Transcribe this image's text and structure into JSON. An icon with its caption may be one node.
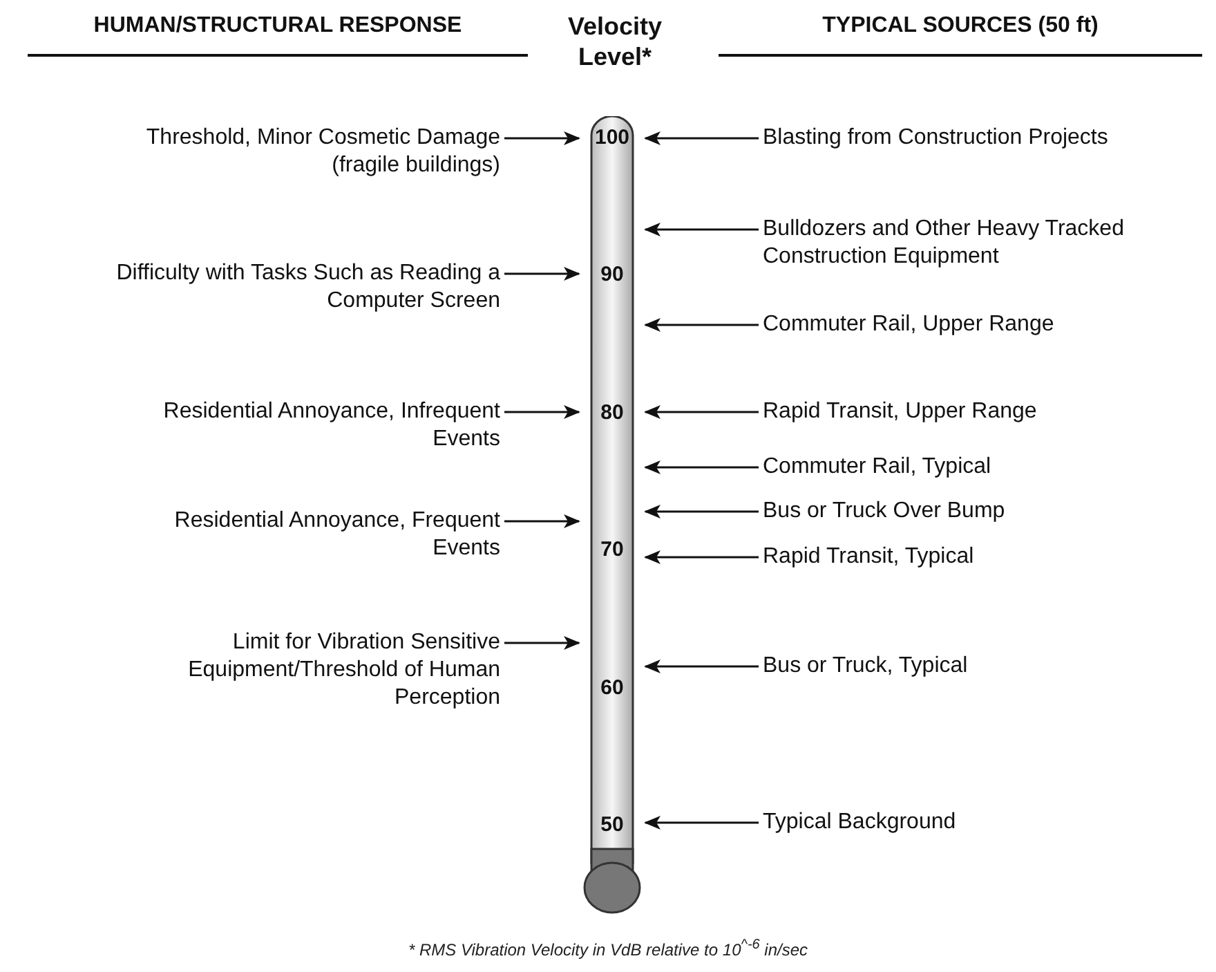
{
  "diagram": {
    "caption": "* RMS Vibration Velocity in VdB relative to 10$^{^-6}$ in/sec",
    "nodes": [
      {
        "text": [],
        "shape": "bar"
      },
      {
        "text": [
          "Threshold, Minor Cosmetic Damage (fragile buildings)"
        ]
      },
      {
        "text": [
          "Difficulty with Tasks Such as Reading a Computer Screen"
        ]
      },
      {
        "text": [
          "Residential Annoyance, Infrequent Events"
        ]
      },
      {
        "text": [
          "Residential Annoyance, Frequent Events"
        ]
      },
      {
        "text": [
          "Limit for Vibration Sensitive Equipment/Threshold of Human Perception"
        ]
      },
      {
        "text": [
          "Blasting from Construction Projects"
        ]
      },
      {
        "text": [
          "Bulldozers and Other Heavy Tracked Construction Equipment"
        ]
      },
      {
        "text": [
          "Commuter Rail, Upper Range"
        ]
      },
      {
        "text": [
          "Rapid Transit, Upper Range"
        ]
      },
      {
        "text": [
          "Commuter Rail, Typical"
        ]
      },
      {
        "text": [
          "Bus or Truck Over Bump"
        ]
      },
      {
        "text": [
          "Rapid Transit, Typical"
        ]
      },
      {
        "text": [
          "Bus or Truck, Typical"
        ]
      },
      {
        "text": [
          "Typical Background"
        ]
      }
    ],
    "edges": [
      {
        "from": 1,
        "to": 0,
        "arrow": "to"
      },
      {
        "from": 2,
        "to": 0,
        "arrow": "to"
      },
      {
        "from": 3,
        "to": 0,
        "arrow": "to"
      },
      {
        "from": 4,
        "to": 0,
        "arrow": "to"
      },
      {
        "from": 5,
        "to": 0,
        "arrow": "to"
      },
      {
        "from": 6,
        "to": 0,
        "arrow": "to"
      },
      {
        "from": 7,
        "to": 0,
        "arrow": "to"
      },
      {
        "from": 8,
        "to": 0,
        "arrow": "to"
      },
      {
        "from": 9,
        "to": 0,
        "arrow": "to"
      },
      {
        "from": 10,
        "to": 0,
        "arrow": "to"
      },
      {
        "from": 11,
        "to": 0,
        "arrow": "to"
      },
      {
        "from": 12,
        "to": 0,
        "arrow": "to"
      },
      {
        "from": 13,
        "to": 0,
        "arrow": "to"
      },
      {
        "from": 14,
        "to": 0,
        "arrow": "to"
      }
    ],
    "labels": [
      "HUMAN/STRUCTURAL RESPONSE",
      "Velocity Level*",
      "TYPICAL SOURCES (50 ft)",
      "100",
      "90",
      "80",
      "70",
      "60",
      "50"
    ]
  }
}
